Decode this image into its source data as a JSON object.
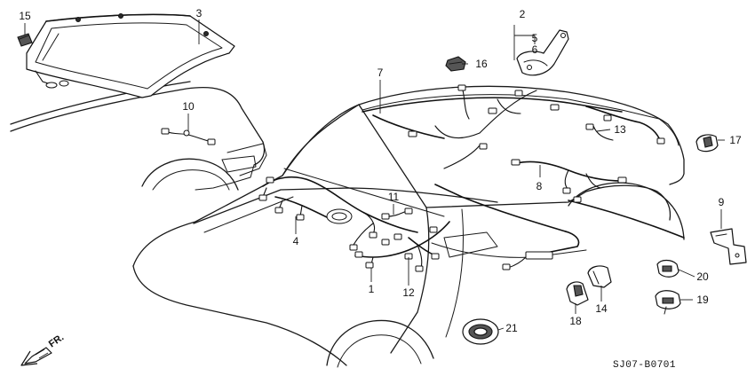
{
  "diagram_code": "SJ07-B0701",
  "direction_label": "FR.",
  "callouts": [
    {
      "id": "c1",
      "label": "1"
    },
    {
      "id": "c2",
      "label": "2"
    },
    {
      "id": "c3",
      "label": "3"
    },
    {
      "id": "c4",
      "label": "4"
    },
    {
      "id": "c5",
      "label": "5"
    },
    {
      "id": "c6",
      "label": "6"
    },
    {
      "id": "c7",
      "label": "7"
    },
    {
      "id": "c8",
      "label": "8"
    },
    {
      "id": "c9",
      "label": "9"
    },
    {
      "id": "c10",
      "label": "10"
    },
    {
      "id": "c11",
      "label": "11"
    },
    {
      "id": "c12",
      "label": "12"
    },
    {
      "id": "c13",
      "label": "13"
    },
    {
      "id": "c14",
      "label": "14"
    },
    {
      "id": "c15",
      "label": "15"
    },
    {
      "id": "c16",
      "label": "16"
    },
    {
      "id": "c17",
      "label": "17"
    },
    {
      "id": "c18",
      "label": "18"
    },
    {
      "id": "c19",
      "label": "19"
    },
    {
      "id": "c20",
      "label": "20"
    },
    {
      "id": "c21",
      "label": "21"
    }
  ]
}
